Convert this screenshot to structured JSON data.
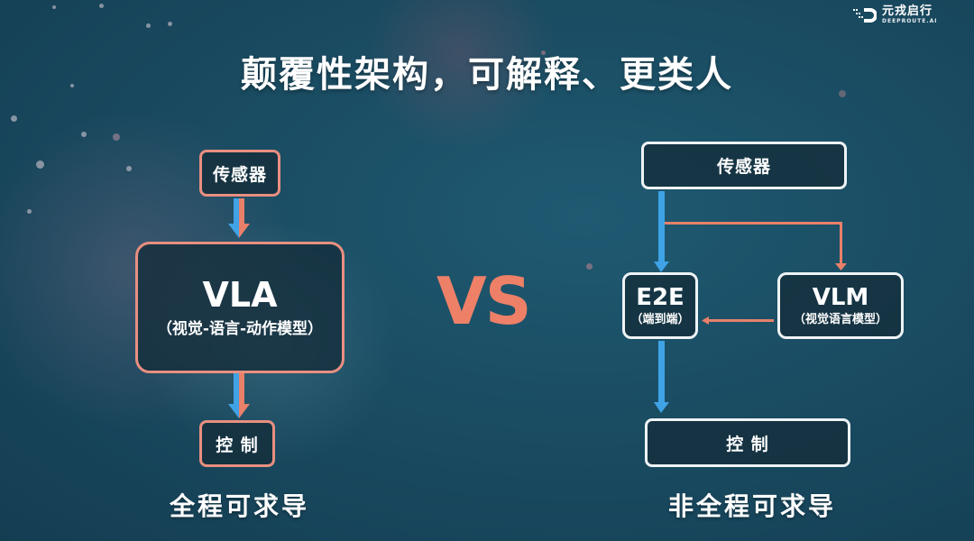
{
  "logo": {
    "name_cn": "元戎启行",
    "name_en": "DEEPROUTE.AI",
    "icon": "deeproute-logo-icon"
  },
  "title": "颠覆性架构，可解释、更类人",
  "left_diagram": {
    "sensor": "传感器",
    "model_name": "VLA",
    "model_desc": "（视觉-语言-动作模型）",
    "control": "控 制",
    "caption": "全程可求导"
  },
  "vs_label": "VS",
  "right_diagram": {
    "sensor": "传感器",
    "e2e_name": "E2E",
    "e2e_desc": "（端到端）",
    "vlm_name": "VLM",
    "vlm_desc": "（视觉语言模型）",
    "control": "控 制",
    "caption": "非全程可求导"
  },
  "colors": {
    "accent_orange": "#ee8068",
    "arrow_blue": "#3fa3e6",
    "arrow_orange": "#e8806a",
    "background": "#1a4c62"
  }
}
